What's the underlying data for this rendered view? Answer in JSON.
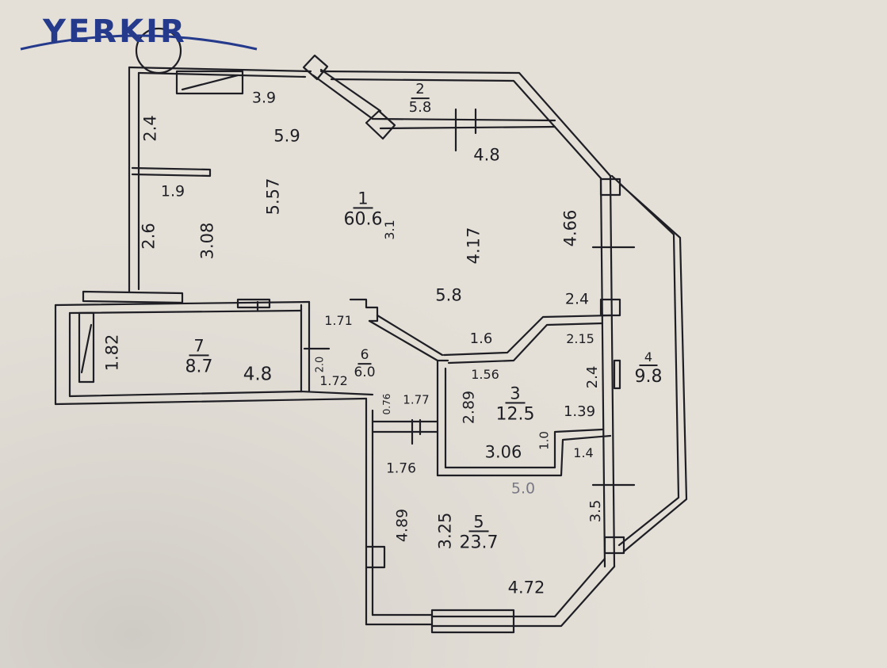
{
  "logo": {
    "text": "YERKIR",
    "color": "#263a8c"
  },
  "colors": {
    "paper": "#e4e0d8",
    "ink": "#1e1e24"
  },
  "rooms": [
    {
      "number": "1",
      "area": "60.6"
    },
    {
      "number": "2",
      "area": "5.8"
    },
    {
      "number": "3",
      "area": "12.5"
    },
    {
      "number": "4",
      "area": "9.8"
    },
    {
      "number": "5",
      "area": "23.7"
    },
    {
      "number": "6",
      "area": "6.0"
    },
    {
      "number": "7",
      "area": "8.7"
    }
  ],
  "dimensions": {
    "d_3_9": "3.9",
    "d_5_9": "5.9",
    "d_2_4_left": "2.4",
    "d_1_9": "1.9",
    "d_5_57": "5.57",
    "d_2_6": "2.6",
    "d_3_08": "3.08",
    "d_3_1": "3.1",
    "d_4_17": "4.17",
    "d_4_66": "4.66",
    "d_4_8_top": "4.8",
    "d_5_8_mid": "5.8",
    "d_2_4_right": "2.4",
    "d_1_71": "1.71",
    "d_1_6": "1.6",
    "d_2_15": "2.15",
    "d_1_82": "1.82",
    "d_4_8_room7": "4.8",
    "d_2_0": "2.0",
    "d_1_72": "1.72",
    "d_1_56": "1.56",
    "d_2_4_r3": "2.4",
    "d_0_76": "0.76",
    "d_1_77": "1.77",
    "d_2_89": "2.89",
    "d_1_39": "1.39",
    "d_1_0": "1.0",
    "d_3_06": "3.06",
    "d_1_4": "1.4",
    "d_1_76": "1.76",
    "d_5_0": "5.0",
    "d_4_89": "4.89",
    "d_3_25": "3.25",
    "d_3_5": "3.5",
    "d_4_72": "4.72"
  }
}
